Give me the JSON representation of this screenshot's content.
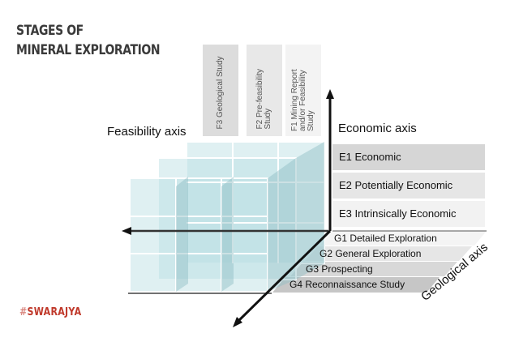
{
  "header": {
    "title_line1": "STAGES OF",
    "title_line2": "MINERAL EXPLORATION"
  },
  "brand": {
    "hash": "#",
    "name": "SWARAJYA",
    "color": "#c0392b"
  },
  "axes": {
    "feasibility": "Feasibility axis",
    "economic": "Economic axis",
    "geological": "Geological axis"
  },
  "feasibility_categories": [
    {
      "label": "F3 Geological Study",
      "color": "#dcdcdc"
    },
    {
      "label": "F2 Pre-feasibility Study",
      "color": "#e8e8e8"
    },
    {
      "label": "F1 Mining Report and/or Feasibility Study",
      "color": "#f3f3f3"
    }
  ],
  "economic_categories": [
    {
      "label": "E1 Economic",
      "color": "#d6d6d6"
    },
    {
      "label": "E2 Potentially Economic",
      "color": "#e6e6e6"
    },
    {
      "label": "E3 Intrinsically Economic",
      "color": "#f2f2f2"
    }
  ],
  "geological_categories": [
    {
      "label": "G1 Detailed Exploration",
      "color": "#f4f4f4"
    },
    {
      "label": "G2 General Exploration",
      "color": "#e6e6e6"
    },
    {
      "label": "G3 Prospecting",
      "color": "#d8d8d8"
    },
    {
      "label": "G4 Reconnaissance Study",
      "color": "#c6c6c6"
    }
  ],
  "cube_color": "#b7dde3"
}
